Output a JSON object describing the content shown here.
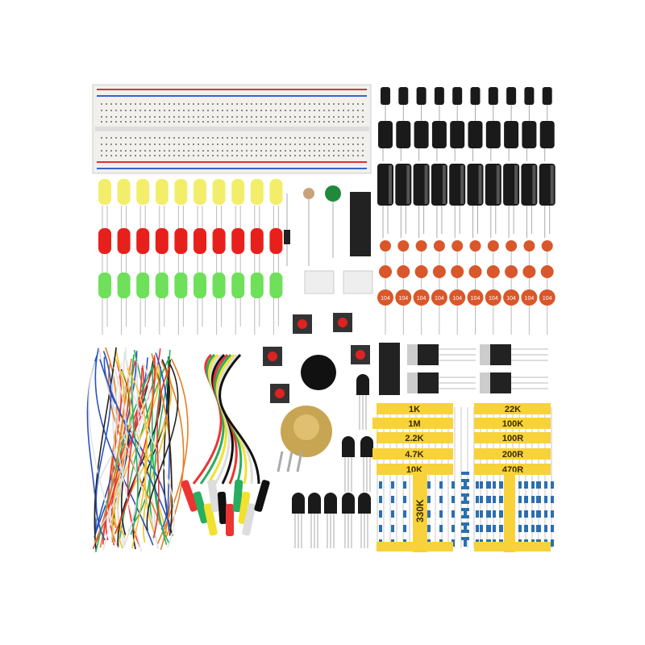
{
  "resistors": {
    "left_labels": [
      "1K",
      "1M",
      "2.2K",
      "4.7K",
      "10K"
    ],
    "vertical_label": "330K",
    "right_labels": [
      "22K",
      "100K",
      "100R",
      "200R",
      "470R"
    ]
  },
  "ceramic_capacitor_code": "104",
  "colors": {
    "led_yellow": "#f3ee6a",
    "led_red": "#e8201c",
    "led_green": "#6ee05a",
    "resistor_tape": "#f7d23a",
    "electrolytic": "#1a1a1a",
    "ceramic": "#d9572a"
  }
}
